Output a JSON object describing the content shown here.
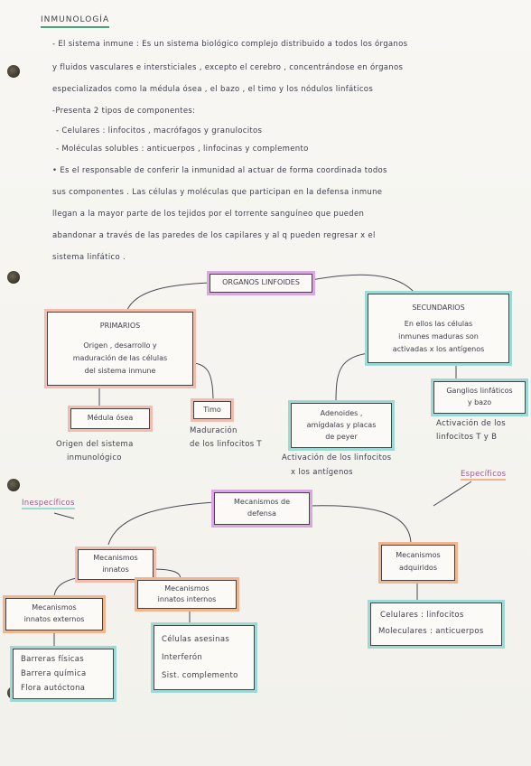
{
  "title": "INMUNOLOGÍA",
  "paragraph1": {
    "line1": "- El sistema inmune : Es un sistema biológico complejo distribuido a todos los órganos",
    "line2": "y fluidos vasculares e intersticiales , excepto el cerebro , concentrándose en órganos",
    "line3": "especializados como la médula ósea , el bazo , el timo y los nódulos linfáticos"
  },
  "paragraph2": {
    "line1": "-Presenta 2 tipos de componentes:",
    "line2": "- Celulares : linfocitos , macrófagos y granulocitos",
    "line3": "- Moléculas solubles : anticuerpos , linfocinas y complemento"
  },
  "paragraph3": {
    "line1": "• Es el responsable de conferir la inmunidad al actuar de forma coordinada todos",
    "line2": "sus componentes . Las células y moléculas que participan en la defensa inmune",
    "line3": "llegan a la mayor parte de los tejidos por el torrente sanguíneo que pueden",
    "line4": "abandonar a través de las paredes de los capilares y al q pueden regresar x el",
    "line5": "sistema linfático ."
  },
  "diagram1": {
    "root": "ORGANOS LINFOIDES",
    "primarios": {
      "title": "PRIMARIOS",
      "line1": "Origen , desarrollo y",
      "line2": "maduración de las células",
      "line3": "del sistema inmune"
    },
    "medula": "Médula ósea",
    "medula_desc1": "Origen del sistema",
    "medula_desc2": "inmunológico",
    "timo": "Timo",
    "timo_desc1": "Maduración",
    "timo_desc2": "de los linfocitos T",
    "secundarios": {
      "title": "SECUNDARIOS",
      "line1": "En ellos las células",
      "line2": "inmunes maduras son",
      "line3": "activadas x los antígenos"
    },
    "adenoides": {
      "line1": "Adenoides ,",
      "line2": "amígdalas y placas",
      "line3": "de peyer"
    },
    "adenoides_desc1": "Activación de los linfocitos",
    "adenoides_desc2": "x los antígenos",
    "ganglios": {
      "line1": "Ganglios linfáticos",
      "line2": "y bazo"
    },
    "ganglios_desc1": "Activación de los",
    "ganglios_desc2": "linfocitos T y B"
  },
  "diagram2": {
    "root_line1": "Mecanismos de",
    "root_line2": "defensa",
    "inespecificos": "Inespecíficos",
    "especificos": "Específicos",
    "innatos_line1": "Mecanismos",
    "innatos_line2": "innatos",
    "externos_line1": "Mecanismos",
    "externos_line2": "innatos externos",
    "internos_line1": "Mecanismos",
    "internos_line2": "innatos internos",
    "barreras": [
      "Barreras físicas",
      "Barrera química",
      "Flora autóctona"
    ],
    "celulas": [
      "Células asesinas",
      "Interferón",
      "Sist. complemento"
    ],
    "adquiridos_line1": "Mecanismos",
    "adquiridos_line2": "adquiridos",
    "adq_items": [
      "Celulares : linfocitos",
      "Moleculares : anticuerpos"
    ]
  },
  "colors": {
    "ink": "#3f404c",
    "highlight_purple": "#d9a8e0",
    "highlight_teal": "#9fd9d6",
    "highlight_pink": "#f2bcae",
    "highlight_orange": "#f1b58f",
    "underline_green": "#4aa37a"
  }
}
